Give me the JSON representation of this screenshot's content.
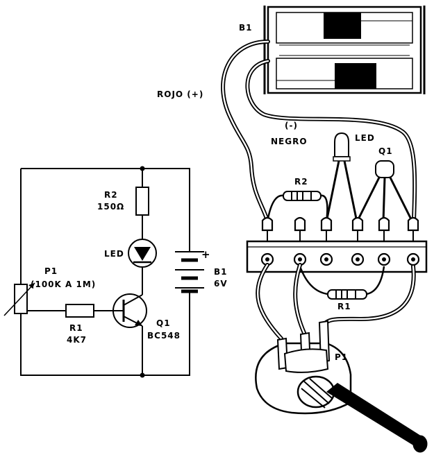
{
  "schematic": {
    "r2_name": "R2",
    "r2_value": "150Ω",
    "led": "LED",
    "b1_name": "B1",
    "b1_value": "6V",
    "plus": "+",
    "p1_name": "P1",
    "p1_value": "(100K A 1M)",
    "r1_name": "R1",
    "r1_value": "4K7",
    "q1_name": "Q1",
    "q1_value": "BC548"
  },
  "assembly": {
    "b1": "B1",
    "rojo": "ROJO (+)",
    "minus": "(-)",
    "negro": "NEGRO",
    "led": "LED",
    "q1": "Q1",
    "r2": "R2",
    "r1": "R1",
    "p1": "P1"
  }
}
